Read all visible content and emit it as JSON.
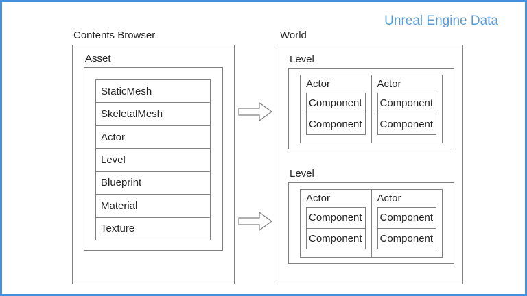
{
  "title": "Unreal Engine Data",
  "colors": {
    "page_border": "#4A90D9",
    "title_text": "#5B9BD5",
    "box_border": "#7F7F7F",
    "text": "#262626"
  },
  "contents_browser": {
    "heading": "Contents Browser",
    "asset": {
      "heading": "Asset",
      "items": [
        "StaticMesh",
        "SkeletalMesh",
        "Actor",
        "Level",
        "Blueprint",
        "Material",
        "Texture"
      ]
    }
  },
  "arrows": [
    {
      "name": "arrow-contents-to-level-1",
      "direction": "right"
    },
    {
      "name": "arrow-contents-to-level-2",
      "direction": "right"
    }
  ],
  "world": {
    "heading": "World",
    "levels": [
      {
        "heading": "Level",
        "actors": [
          {
            "label": "Actor",
            "components": [
              "Component",
              "Component"
            ]
          },
          {
            "label": "Actor",
            "components": [
              "Component",
              "Component"
            ]
          }
        ]
      },
      {
        "heading": "Level",
        "actors": [
          {
            "label": "Actor",
            "components": [
              "Component",
              "Component"
            ]
          },
          {
            "label": "Actor",
            "components": [
              "Component",
              "Component"
            ]
          }
        ]
      }
    ]
  }
}
